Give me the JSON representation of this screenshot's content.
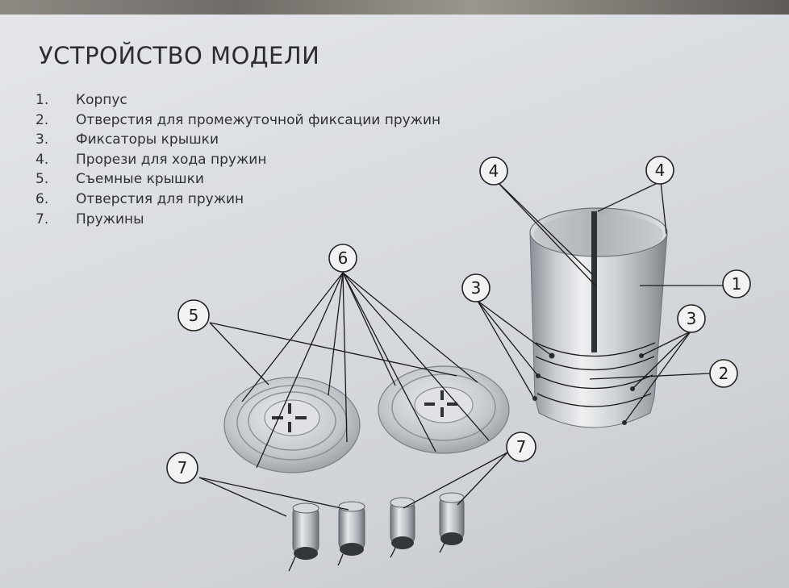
{
  "title": "УСТРОЙСТВО МОДЕЛИ",
  "parts": [
    {
      "num": "1.",
      "label": "Корпус"
    },
    {
      "num": "2.",
      "label": "Отверстия для промежуточной фиксации пружин"
    },
    {
      "num": "3.",
      "label": "Фиксаторы крышки"
    },
    {
      "num": "4.",
      "label": "Прорези для хода пружин"
    },
    {
      "num": "5.",
      "label": "Съемные крышки"
    },
    {
      "num": "6.",
      "label": "Отверстия для пружин"
    },
    {
      "num": "7.",
      "label": "Пружины"
    }
  ],
  "callouts": {
    "c1": "1",
    "c2": "2",
    "c3a": "3",
    "c3b": "3",
    "c4a": "4",
    "c4b": "4",
    "c5": "5",
    "c6": "6",
    "c7a": "7",
    "c7b": "7"
  },
  "colors": {
    "metal_light": "#e8eaec",
    "metal_mid": "#b9bdc2",
    "metal_dark": "#80858b"
  }
}
